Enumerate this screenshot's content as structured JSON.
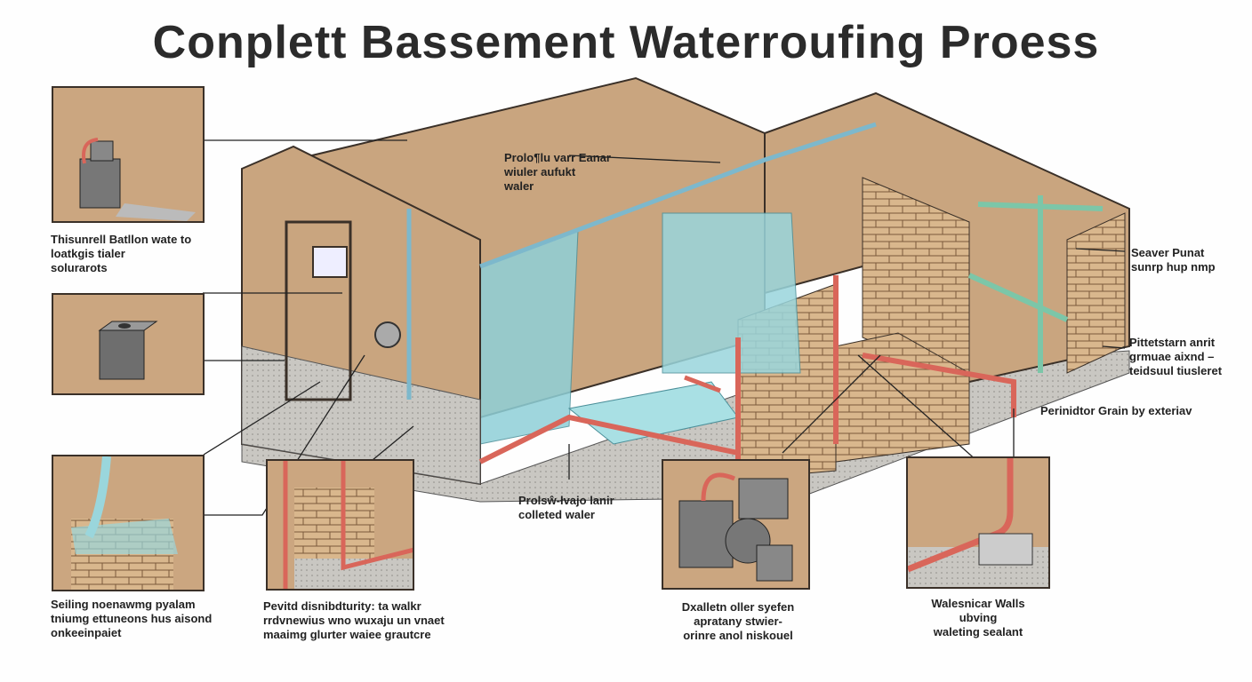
{
  "title": "Conplett Bassement Waterroufing Proess",
  "labels": {
    "top_left": [
      "Thisunrell Batllon wate to",
      "loatkgis tialer",
      "solurarots"
    ],
    "bottom_left": [
      "Seiling noenawmg pyalam",
      "tniumg ettuneons hus aisond",
      "onkeeinpaiet"
    ],
    "bottom_second": [
      "Pevitd disnibdturity: ta walkr",
      "rrdvnewius wno wuxaju un vnaet",
      "maaimg glurter waiee grautcre"
    ],
    "wall_center": [
      "Prolo¶lu varr Eanar",
      "wiuler aufukt",
      "waler"
    ],
    "center_bottom": [
      "Prolsŵ-łvajo lanir",
      "colleted waler"
    ],
    "dehumidifier": [
      "Dxalletn oller syefen",
      "apratany stwier-",
      "orinre anol niskouel"
    ],
    "walls": [
      "Walesnicar Walls",
      "ubving",
      "waleting sealant"
    ],
    "sump_pump": [
      "Seaver Punat",
      "sunrp hup nmp"
    ],
    "right_middle": [
      "Pittetstarn anrit",
      "grmuae aixnd –",
      "teidsuul tiusleret"
    ],
    "perimeter": "Perinidtor Grain by exteriav"
  },
  "colors": {
    "wall": "#c9a57f",
    "water": "#8fd0d8",
    "pipe_red": "#d9665a",
    "pipe_green": "#7cc6a8",
    "concrete": "#c7c5c0",
    "brick": "#d8b68c"
  }
}
